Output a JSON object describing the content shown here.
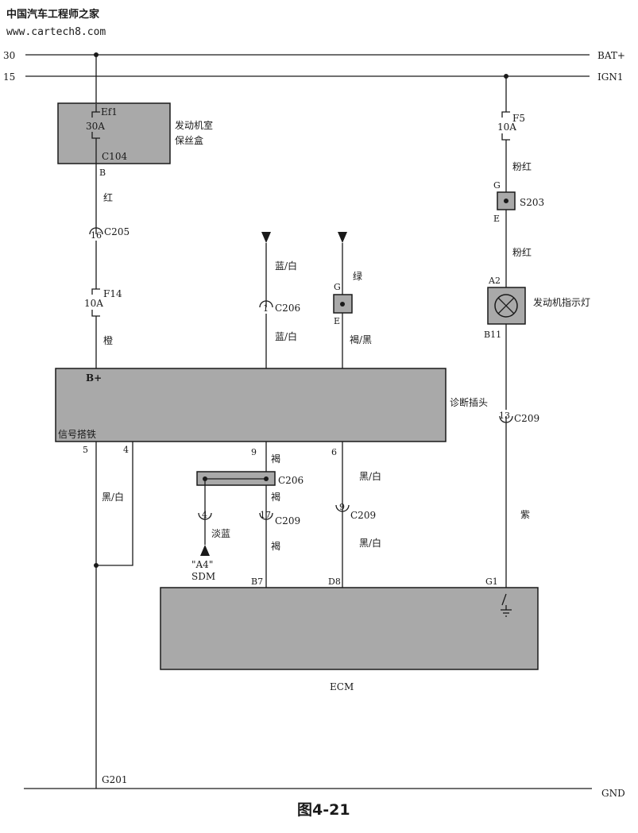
{
  "watermark": {
    "site_name": "中国汽车工程师之家",
    "url": "www.cartech8.com"
  },
  "caption": "图4-21",
  "rails": {
    "bat_num": "30",
    "bat_label": "BAT+",
    "ign_num": "15",
    "ign_label": "IGN1",
    "gnd_label": "GND"
  },
  "fuse_box": {
    "label_line1": "发动机室",
    "label_line2": "保丝盒",
    "fuse": "Ef1",
    "rating": "30A",
    "connector": "C104",
    "pin": "B"
  },
  "left_wires": {
    "red": "红",
    "orange": "橙",
    "black_white": "黑/白"
  },
  "c205": {
    "name": "C205",
    "pin": "16"
  },
  "f14": {
    "name": "F14",
    "rating": "10A"
  },
  "f5": {
    "name": "F5",
    "rating": "10A"
  },
  "right_wires": {
    "pink_red_1": "粉红",
    "pink_red_2": "粉红",
    "purple": "紫"
  },
  "s203": {
    "name": "S203",
    "pin_top": "G",
    "pin_bottom": "E"
  },
  "engine_lamp": {
    "label": "发动机指示灯",
    "pin_top": "A2",
    "pin_bottom": "B11"
  },
  "blue_white_branch": {
    "wire_top": "蓝/白",
    "wire_bottom": "蓝/白",
    "connector": "C206",
    "pin": "1"
  },
  "green_branch": {
    "wire_top": "绿",
    "wire_bottom": "褐/黑",
    "pin_top": "G",
    "pin_bottom": "E"
  },
  "dlc": {
    "label": "信号搭铁",
    "b_plus": "B+",
    "diag_label": "诊断插头",
    "pins": {
      "p5": "5",
      "p4": "4",
      "p9": "9",
      "p6": "6"
    }
  },
  "c209_right": {
    "name": "C209",
    "pin": "13"
  },
  "mid_wires": {
    "brown_1": "褐",
    "brown_2": "褐",
    "brown_3": "褐",
    "black_white_1": "黑/白",
    "black_white_2": "黑/白",
    "light_blue": "淡蓝"
  },
  "c206_bar": {
    "name": "C206"
  },
  "c206_pin4": {
    "pin": "4"
  },
  "c209_mid": {
    "name": "C209",
    "pin": "17"
  },
  "c209_d8": {
    "name": "C209",
    "pin": "9"
  },
  "sdm": {
    "line1": "\"A4\"",
    "line2": "SDM"
  },
  "ecm": {
    "label": "ECM",
    "pin_b7": "B7",
    "pin_d8": "D8",
    "pin_g1": "G1"
  },
  "ground": {
    "label": "G201"
  }
}
